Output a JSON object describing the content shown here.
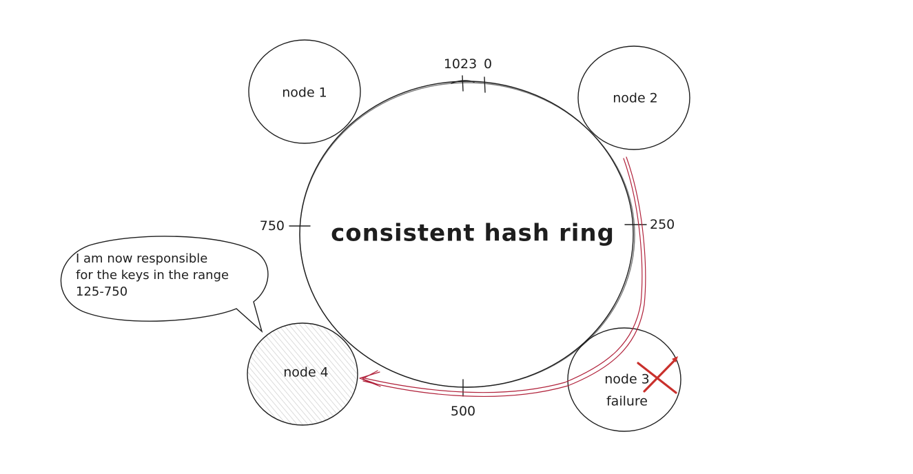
{
  "ring": {
    "title": "consistent hash ring",
    "ticks": {
      "t1023": "1023",
      "t0": "0",
      "t250": "250",
      "t500": "500",
      "t750": "750"
    }
  },
  "nodes": {
    "node1": "node 1",
    "node2": "node 2",
    "node3": "node 3",
    "node4": "node 4"
  },
  "failure": {
    "label": "failure",
    "cross_color": "#c9302c"
  },
  "callout": {
    "line1": "I am now responsible",
    "line2": "for the keys in the range",
    "line3": "125-750"
  },
  "colors": {
    "stroke": "#1e1e1e",
    "handoff_arrow": "#b0213a",
    "node4_hatch": "#c8c8c8"
  }
}
